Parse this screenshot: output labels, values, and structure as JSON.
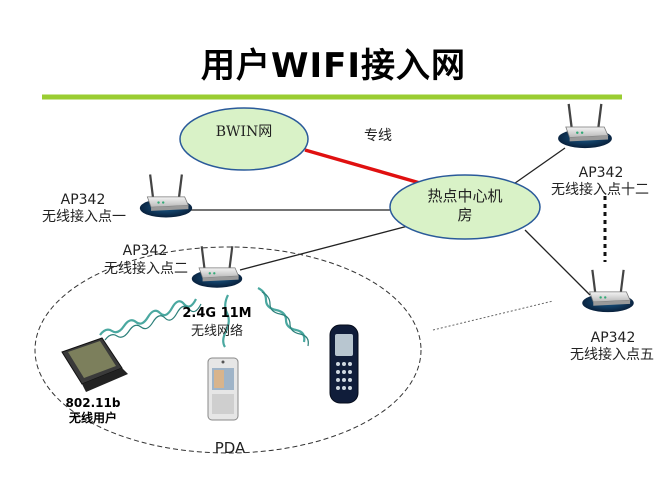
{
  "title": "用户WIFI接入网",
  "bwin": "BWIN网",
  "leased_line": "专线",
  "hotspot": {
    "line1": "热点中心机",
    "line2": "房"
  },
  "ap_model": "AP342",
  "aps": {
    "ap1": "无线接入点一",
    "ap2": "无线接入点二",
    "ap12": "无线接入点十二",
    "ap5": "无线接入点五"
  },
  "network": {
    "line1": "2.4G 11M",
    "line2": "无线网络"
  },
  "user": {
    "line1": "802.11b",
    "line2": "无线用户"
  },
  "pda": "PDA",
  "colors": {
    "divider": "#9acd32",
    "ellipse_fill": "#d9f2c7",
    "leased_line": "#e01010",
    "wave": "#4aa8a0"
  }
}
